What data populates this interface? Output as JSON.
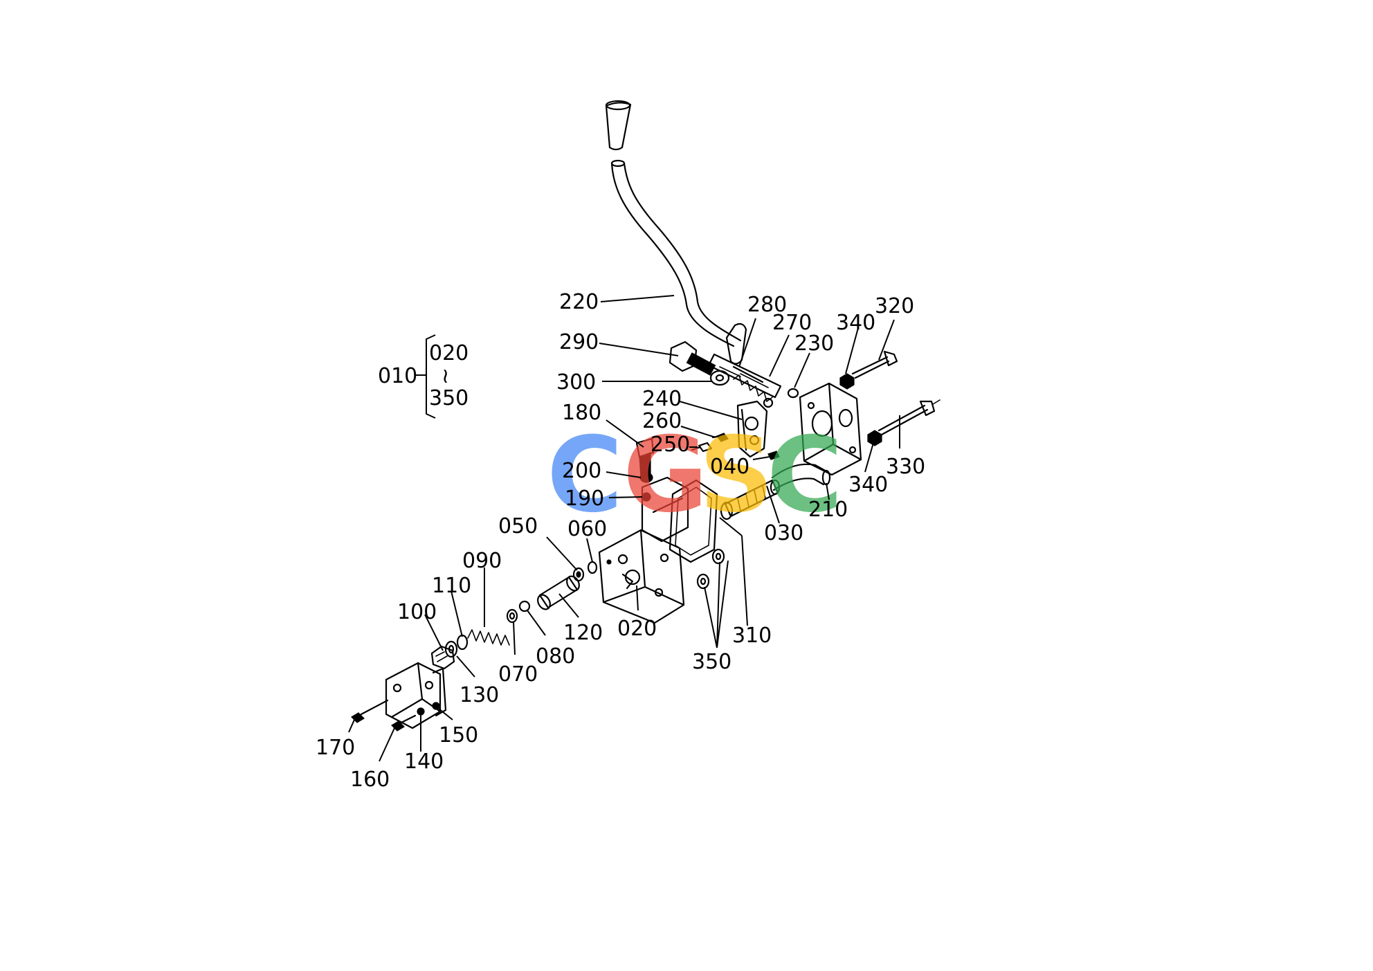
{
  "watermark": {
    "letters": [
      "C",
      "G",
      "S",
      "C"
    ],
    "colors": [
      "#4285F4",
      "#EA4335",
      "#FBBC05",
      "#34A853"
    ]
  },
  "assembly": {
    "main": "010",
    "range_start": "020",
    "range_sep": "≀",
    "range_end": "350"
  },
  "parts": {
    "p220": "220",
    "p280": "280",
    "p270": "270",
    "p340a": "340",
    "p320": "320",
    "p290": "290",
    "p230": "230",
    "p300": "300",
    "p240": "240",
    "p180": "180",
    "p260": "260",
    "p250": "250",
    "p040": "040",
    "p200": "200",
    "p330": "330",
    "p340b": "340",
    "p190": "190",
    "p210": "210",
    "p030": "030",
    "p050": "050",
    "p060": "060",
    "p090": "090",
    "p110": "110",
    "p100": "100",
    "p120": "120",
    "p020": "020",
    "p310": "310",
    "p080": "080",
    "p070": "070",
    "p350": "350",
    "p130": "130",
    "p150": "150",
    "p170": "170",
    "p140": "140",
    "p160": "160"
  }
}
